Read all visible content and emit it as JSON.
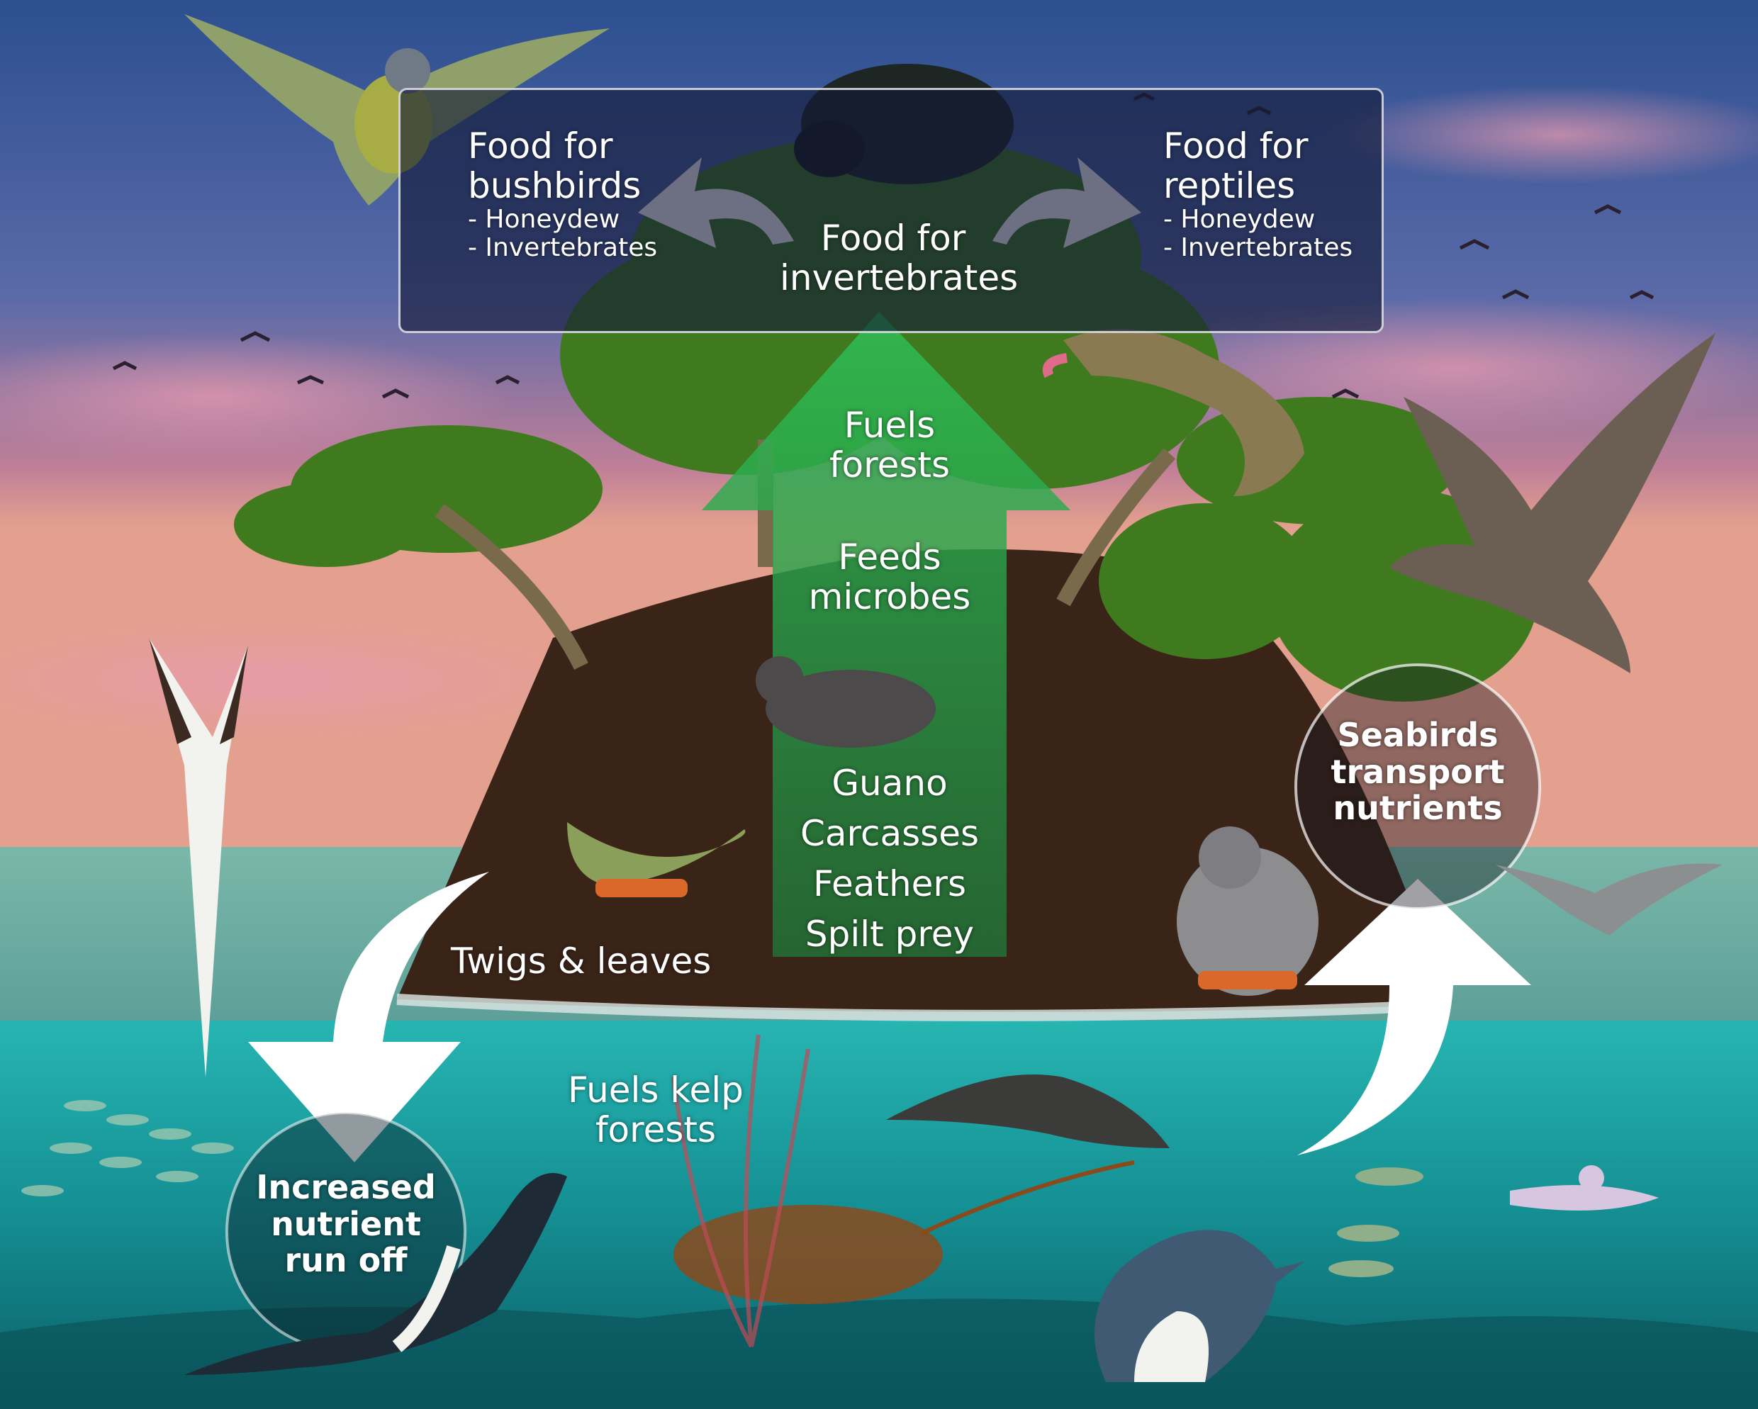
{
  "top_panel": {
    "center": [
      "Food for",
      "invertebrates"
    ],
    "left": {
      "title": [
        "Food for",
        "bushbirds"
      ],
      "items": [
        "- Honeydew",
        "- Invertebrates"
      ]
    },
    "right": {
      "title": [
        "Food for",
        "reptiles"
      ],
      "items": [
        "- Honeydew",
        "- Invertebrates"
      ]
    }
  },
  "green_arrow": {
    "upper": [
      "Fuels",
      "forests"
    ],
    "middle": [
      "Feeds",
      "microbes"
    ],
    "lower": [
      "Guano",
      "Carcasses",
      "Feathers",
      "Spilt prey"
    ]
  },
  "left_flow": {
    "arrow_label": "Twigs & leaves",
    "circle": [
      "Increased",
      "nutrient",
      "run off"
    ]
  },
  "underwater_label": [
    "Fuels kelp",
    "forests"
  ],
  "right_flow": {
    "circle": [
      "Seabirds",
      "transport",
      "nutrients"
    ]
  },
  "colors": {
    "sky_top": "#2b4f8e",
    "sky_sunset": "#d9858a",
    "ocean_surface": "#5fa59c",
    "underwater": "#1fa6a6",
    "soil": "#3a2418",
    "foliage": "#3f7a1f",
    "arrow_green": "#2fa84f",
    "arrow_white": "#ffffff"
  },
  "icons": [
    "bellbird-icon",
    "beetle-icon",
    "gecko-icon",
    "petrel-icon",
    "gannet-icon",
    "tuatara-icon",
    "chick-icon",
    "shag-icon",
    "penguin-icon",
    "fish-school-icon",
    "crayfish-icon",
    "squid-icon",
    "kelp-icon"
  ]
}
